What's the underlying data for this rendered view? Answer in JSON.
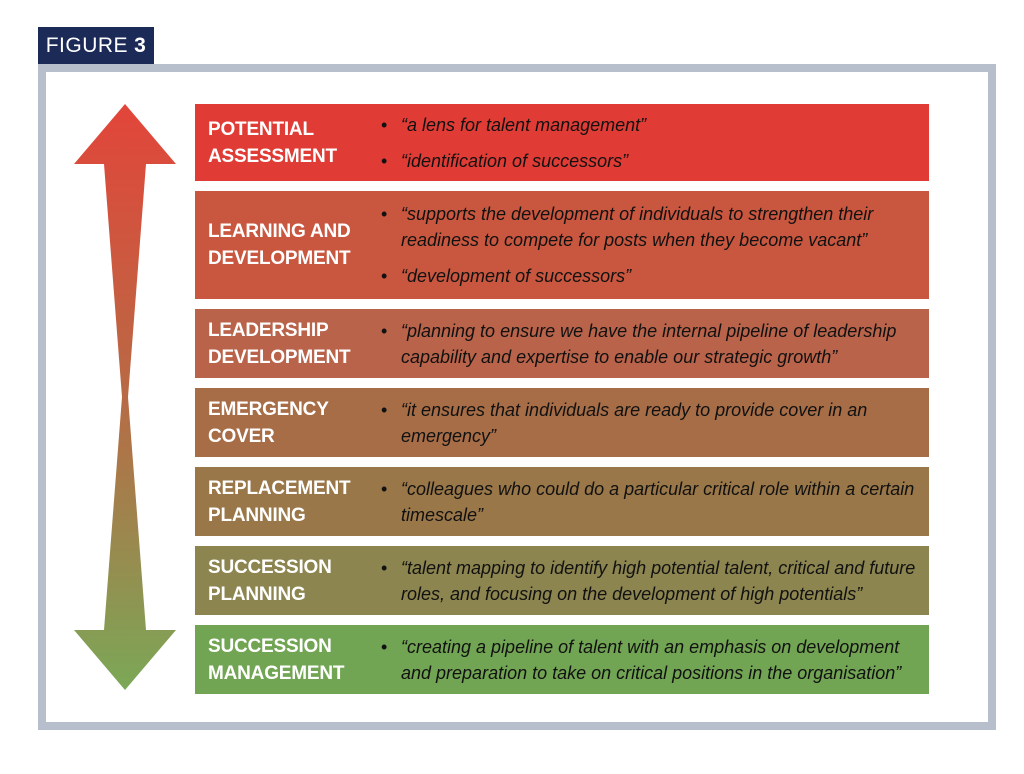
{
  "figure": {
    "label": "FIGURE",
    "number": "3"
  },
  "colors": {
    "arrow_top": "#e2453a",
    "arrow_bottom": "#7ba857",
    "frame": "#b7bfcc",
    "figure_label_bg": "#1b2a57"
  },
  "rows": [
    {
      "title_lines": [
        "POTENTIAL",
        "ASSESSMENT"
      ],
      "color": "#e03c35",
      "quotes": [
        "“a lens for talent management”",
        "“identification of successors”"
      ]
    },
    {
      "title_lines": [
        "LEARNING AND",
        "DEVELOPMENT"
      ],
      "color": "#c9573f",
      "quotes": [
        "“supports the development of individuals to strengthen their readiness to compete for posts when they become vacant”",
        "“development of successors”"
      ]
    },
    {
      "title_lines": [
        "LEADERSHIP",
        "DEVELOPMENT"
      ],
      "color": "#b9634a",
      "quotes": [
        "“planning to ensure we have the internal pipeline of leadership capability and expertise to enable our strategic growth”"
      ]
    },
    {
      "title_lines": [
        "EMERGENCY",
        "COVER"
      ],
      "color": "#a76d47",
      "quotes": [
        "“it ensures that individuals are ready to provide cover in an emergency”"
      ]
    },
    {
      "title_lines": [
        "REPLACEMENT",
        "PLANNING"
      ],
      "color": "#9a7748",
      "quotes": [
        "“colleagues who could do a particular critical role within a certain timescale”"
      ]
    },
    {
      "title_lines": [
        "SUCCESSION",
        "PLANNING"
      ],
      "color": "#8c854f",
      "quotes": [
        "“talent mapping to identify high potential talent, critical and future roles, and focusing on the development of high potentials”"
      ]
    },
    {
      "title_lines": [
        "SUCCESSION",
        "MANAGEMENT"
      ],
      "color": "#72a553",
      "quotes": [
        "“creating a pipeline of talent with an emphasis on development and preparation to take on critical positions in the organisation”"
      ]
    }
  ]
}
